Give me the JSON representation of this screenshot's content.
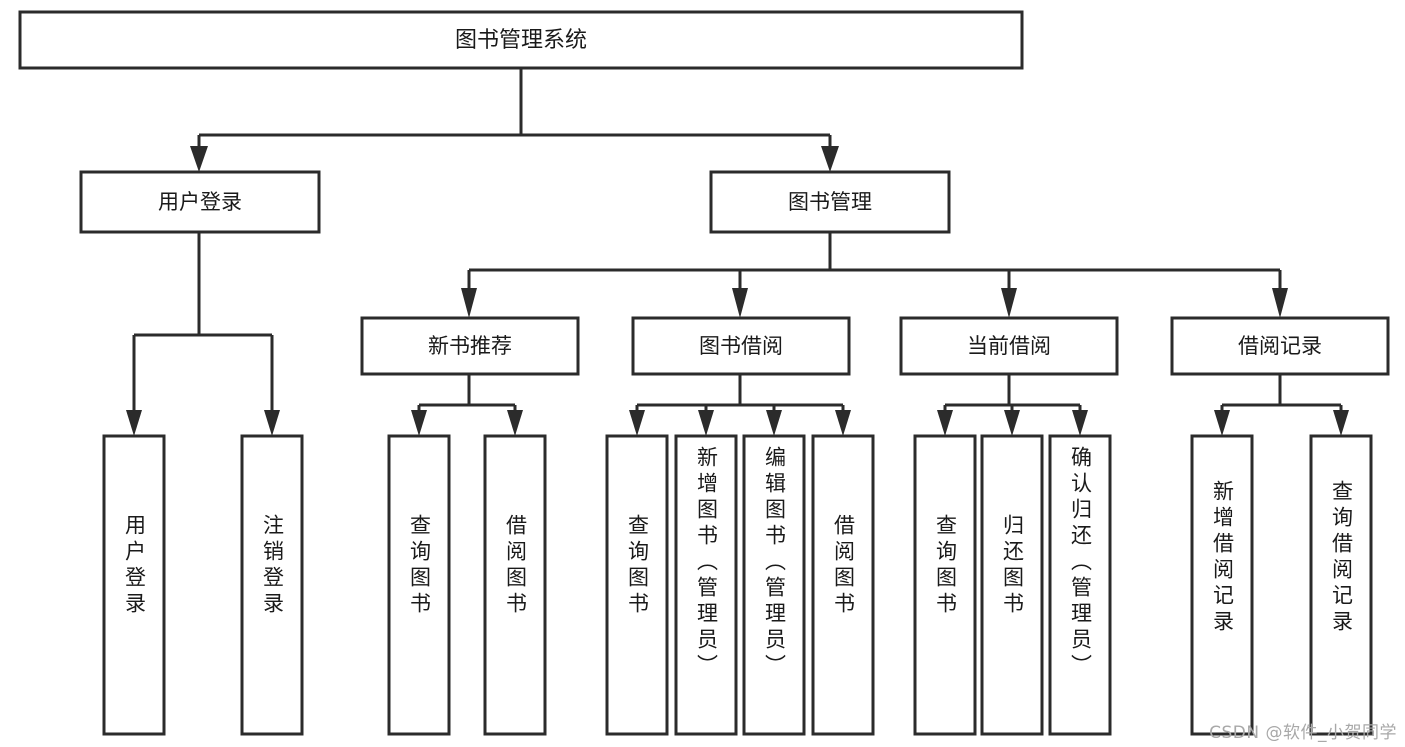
{
  "diagram": {
    "title": "图书管理系统",
    "type": "tree-hierarchy-diagram",
    "colors": {
      "box_stroke": "#2b2b2b",
      "box_fill": "#ffffff",
      "connector": "#2b2b2b",
      "text": "#1a1a1a",
      "background": "#ffffff",
      "watermark": "#a8a8a8"
    },
    "root": {
      "label": "图书管理系统"
    },
    "level2": [
      {
        "label": "用户登录"
      },
      {
        "label": "图书管理"
      }
    ],
    "level3": [
      {
        "label": "新书推荐"
      },
      {
        "label": "图书借阅"
      },
      {
        "label": "当前借阅"
      },
      {
        "label": "借阅记录"
      }
    ],
    "leaves": {
      "user_login": [
        {
          "label": "用户登录"
        },
        {
          "label": "注销登录"
        }
      ],
      "new_book_recommend": [
        {
          "label": "查询图书"
        },
        {
          "label": "借阅图书"
        }
      ],
      "book_borrow": [
        {
          "label": "查询图书"
        },
        {
          "label": "新增图书（管理员）"
        },
        {
          "label": "编辑图书（管理员）"
        },
        {
          "label": "借阅图书"
        }
      ],
      "current_borrow": [
        {
          "label": "查询图书"
        },
        {
          "label": "归还图书"
        },
        {
          "label": "确认归还（管理员）"
        }
      ],
      "borrow_record": [
        {
          "label": "新增借阅记录"
        },
        {
          "label": "查询借阅记录"
        }
      ]
    }
  },
  "watermark": {
    "text": "CSDN @软件_小贺同学"
  }
}
